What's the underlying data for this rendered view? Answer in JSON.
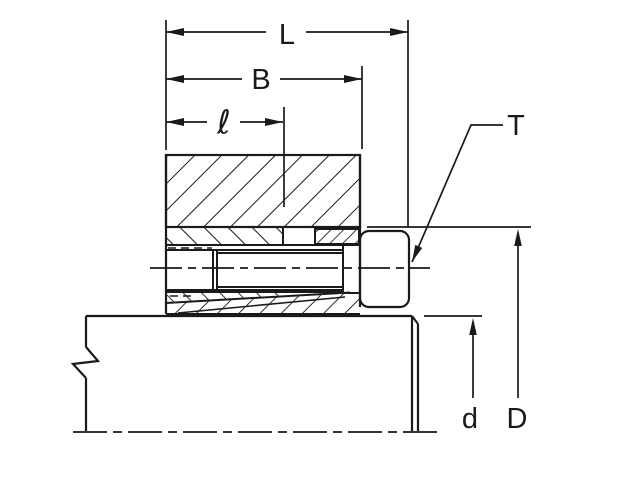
{
  "figure": {
    "type": "engineering-cross-section",
    "colors": {
      "line": "#1a1a1a",
      "background": "#ffffff"
    },
    "dimension_labels": {
      "overall_length": "L",
      "hub_length": "B",
      "short_length": "ℓ",
      "screw_callout": "T",
      "shaft_diameter": "d",
      "outer_diameter": "D"
    }
  }
}
